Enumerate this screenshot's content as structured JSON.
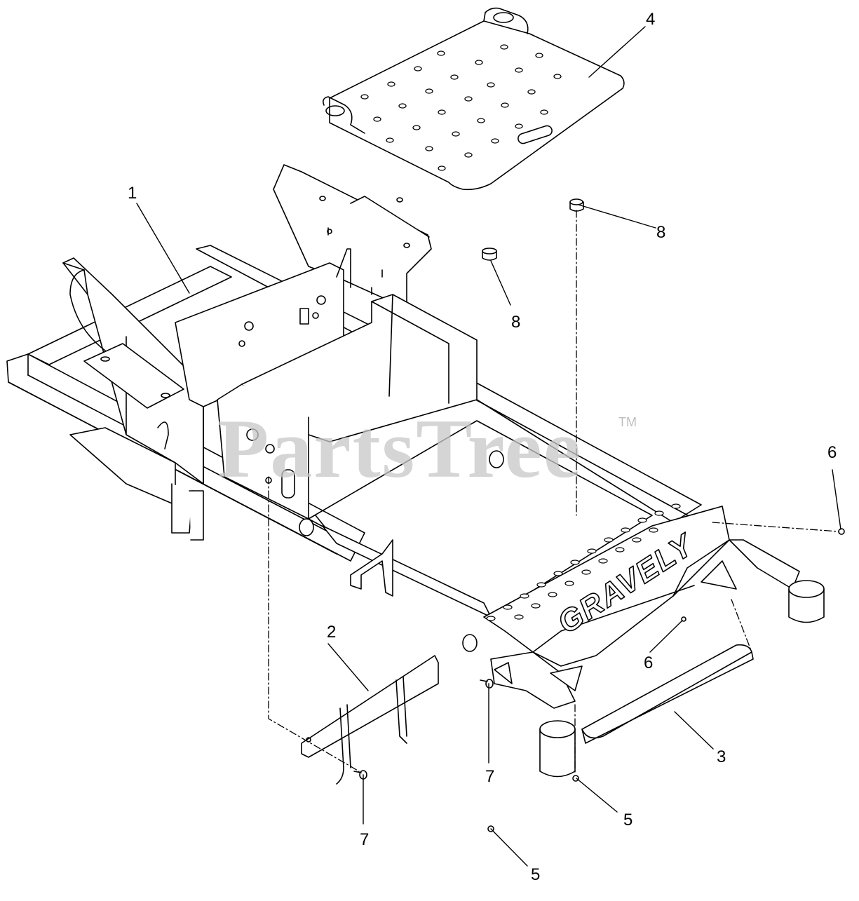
{
  "watermark": {
    "text": "PartsTree",
    "tm": "TM"
  },
  "logo_text": "GRAVELY",
  "callouts": {
    "c1": "1",
    "c2": "2",
    "c3": "3",
    "c4": "4",
    "c5a": "5",
    "c5b": "5",
    "c6a": "6",
    "c6b": "6",
    "c7a": "7",
    "c7b": "7",
    "c8a": "8",
    "c8b": "8"
  }
}
